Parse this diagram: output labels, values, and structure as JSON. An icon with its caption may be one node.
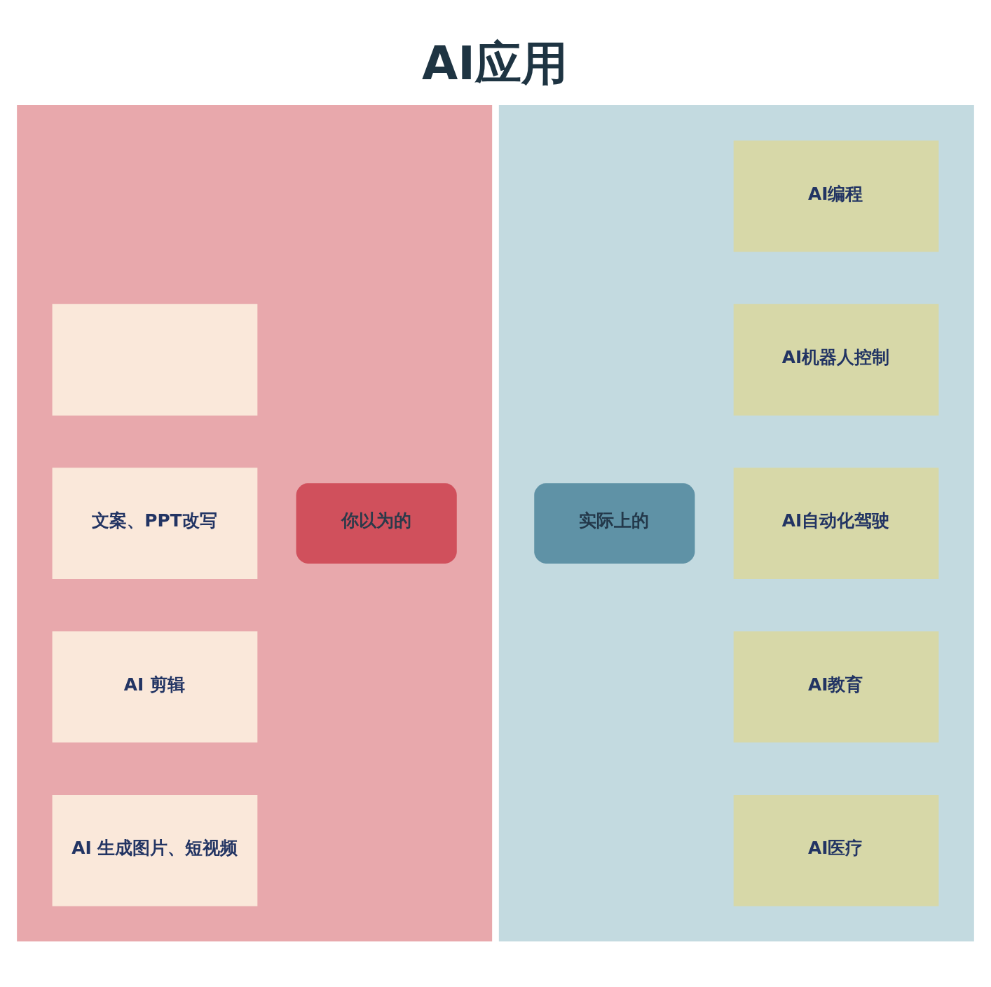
{
  "diagram": {
    "title": "AI应用",
    "nodes": [
      {
        "text": [],
        "shape": "box"
      },
      {
        "text": [],
        "shape": "box",
        "in": 0
      },
      {
        "text": [
          "文案、PPT改写"
        ],
        "in": 0
      },
      {
        "text": [
          "AI 剪辑"
        ],
        "in": 0
      },
      {
        "text": [
          "AI 生成图片、短视频"
        ],
        "in": 0
      },
      {
        "text": [
          "你以为的"
        ],
        "in": 0
      },
      {
        "text": [],
        "shape": "box"
      },
      {
        "text": [
          "实际上的"
        ],
        "in": 6
      },
      {
        "text": [
          "AI编程"
        ],
        "in": 6
      },
      {
        "text": [
          "AI机器人控制"
        ],
        "in": 6
      },
      {
        "text": [
          "AI自动化驾驶"
        ],
        "in": 6
      },
      {
        "text": [
          "AI教育"
        ],
        "in": 6
      },
      {
        "text": [
          "AI医疗"
        ],
        "in": 6
      }
    ]
  }
}
